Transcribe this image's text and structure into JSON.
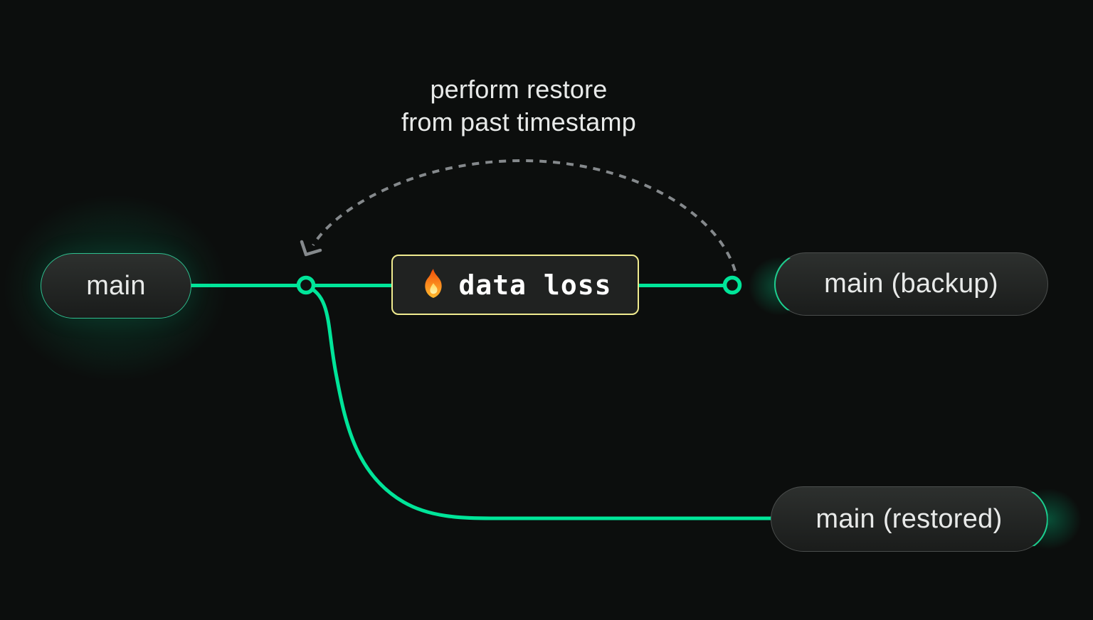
{
  "caption": {
    "line1": "perform restore",
    "line2": "from past timestamp"
  },
  "nodes": {
    "main": {
      "label": "main"
    },
    "data_loss": {
      "label": "data loss",
      "icon": "fire-icon"
    },
    "backup": {
      "label": "main (backup)"
    },
    "restored": {
      "label": "main (restored)"
    }
  },
  "colors": {
    "bg": "#0c0e0d",
    "accent": "#00e599",
    "warning": "#f0eb8f",
    "dashed": "#85898c",
    "text": "#e8eae9",
    "pill_border": "#4b4e4d",
    "pill_bg_top": "#2d302e",
    "pill_bg_bottom": "#1a1c1b",
    "box_bg": "#202221"
  }
}
